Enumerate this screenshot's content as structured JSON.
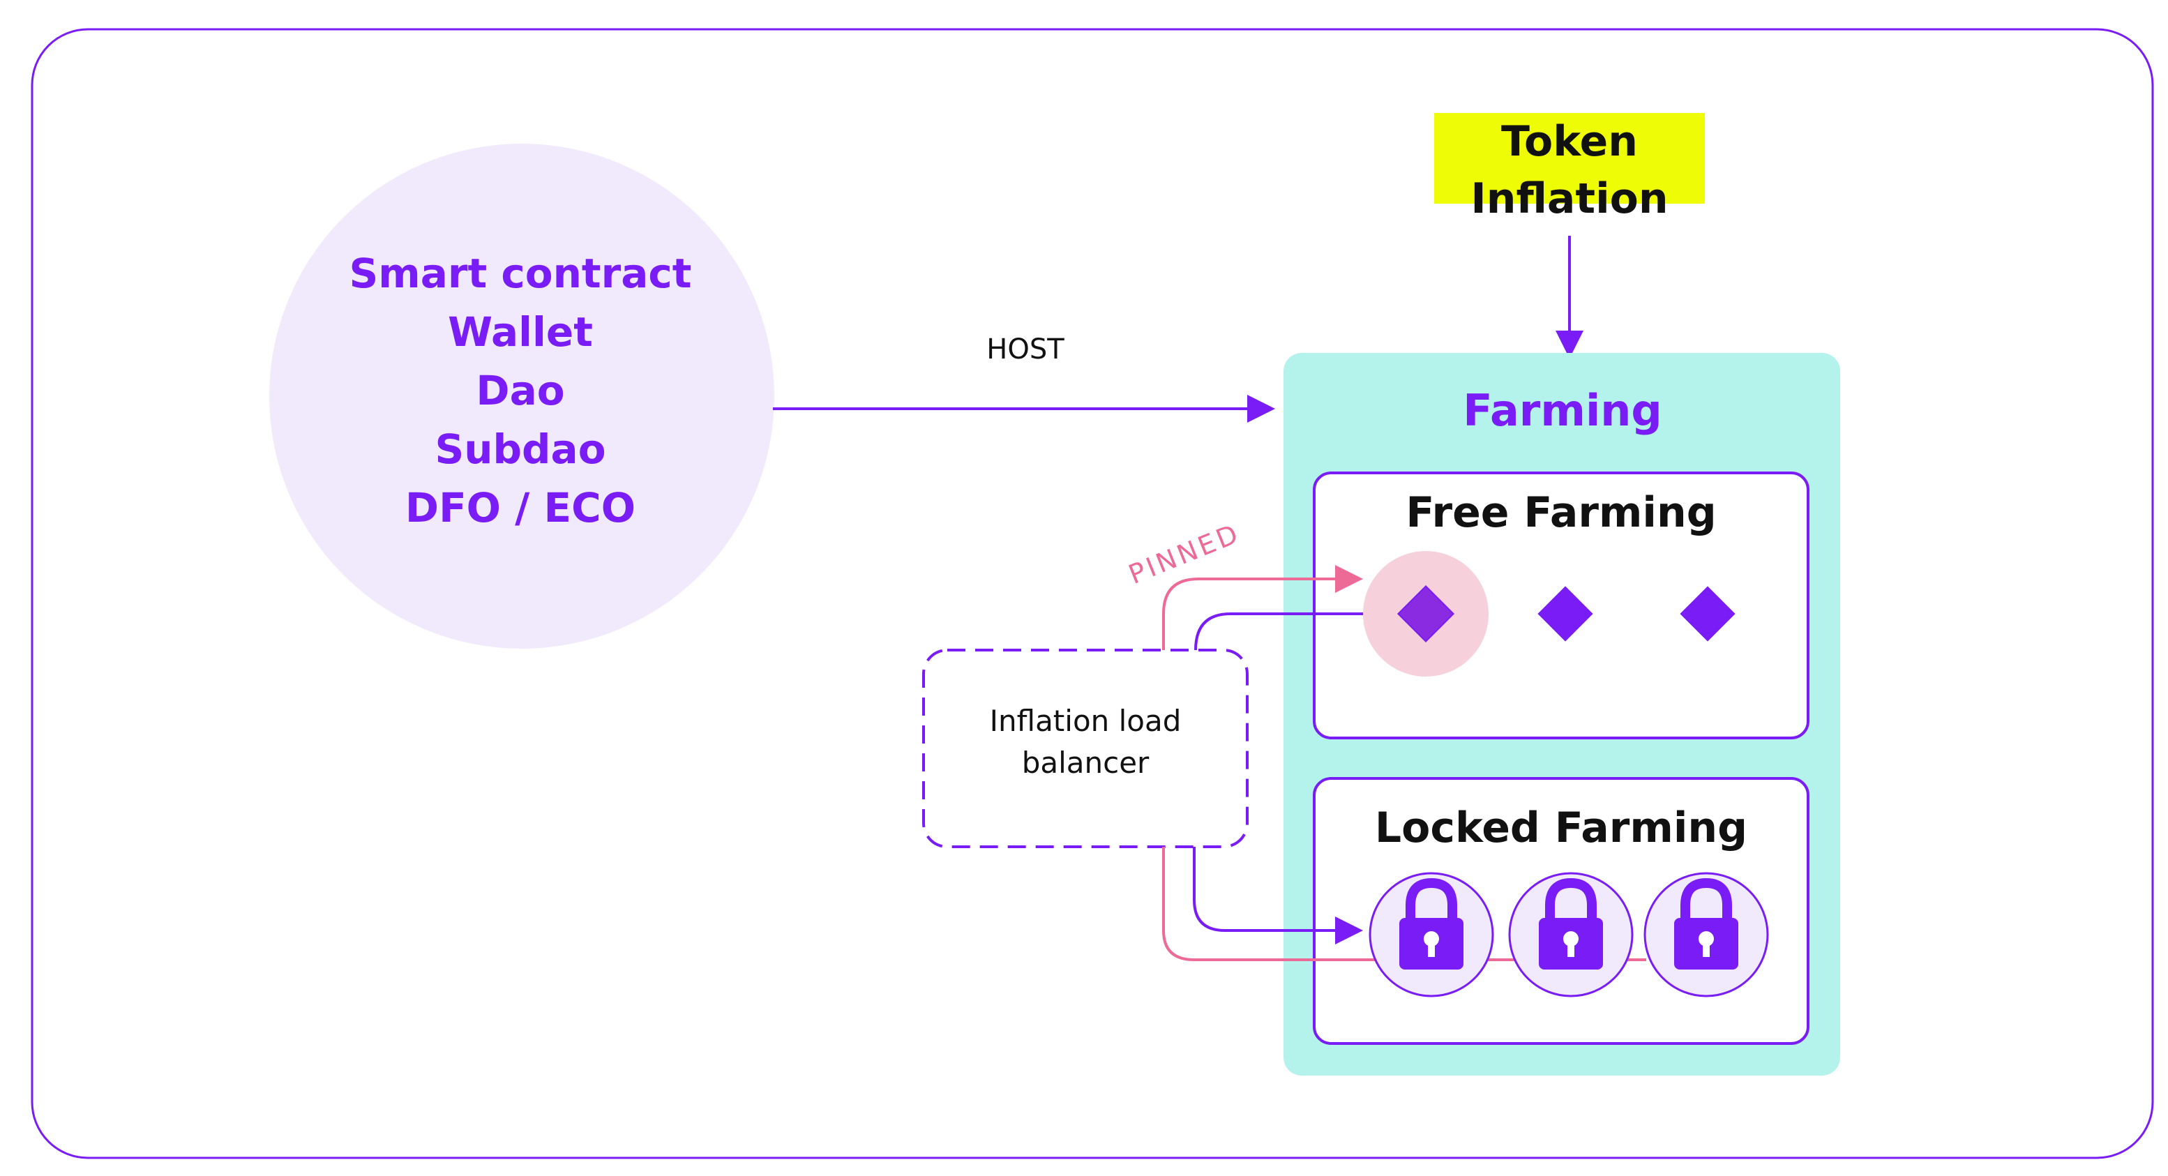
{
  "entities": [
    "Smart contract",
    "Wallet",
    "Dao",
    "Subdao",
    "DFO / ECO"
  ],
  "host_label": "HOST",
  "token_inflation": [
    "Token",
    "Inflation"
  ],
  "farming_title": "Farming",
  "free_farming_title": "Free Farming",
  "locked_farming_title": "Locked Farming",
  "load_balancer": [
    "Inflation load",
    "balancer"
  ],
  "pinned_label": "PINNED",
  "icons": {
    "free_slots": [
      "diamond-icon",
      "diamond-icon",
      "diamond-icon"
    ],
    "locked_slots": [
      "lock-icon",
      "lock-icon",
      "lock-icon"
    ]
  },
  "colors": {
    "purple": "#7a1cf6",
    "teal": "#b3f3ec",
    "circle_fill": "#f1eafc",
    "yellow": "#eefc05",
    "pink": "#ee6a96",
    "pink_highlight": "#f6d0da"
  }
}
